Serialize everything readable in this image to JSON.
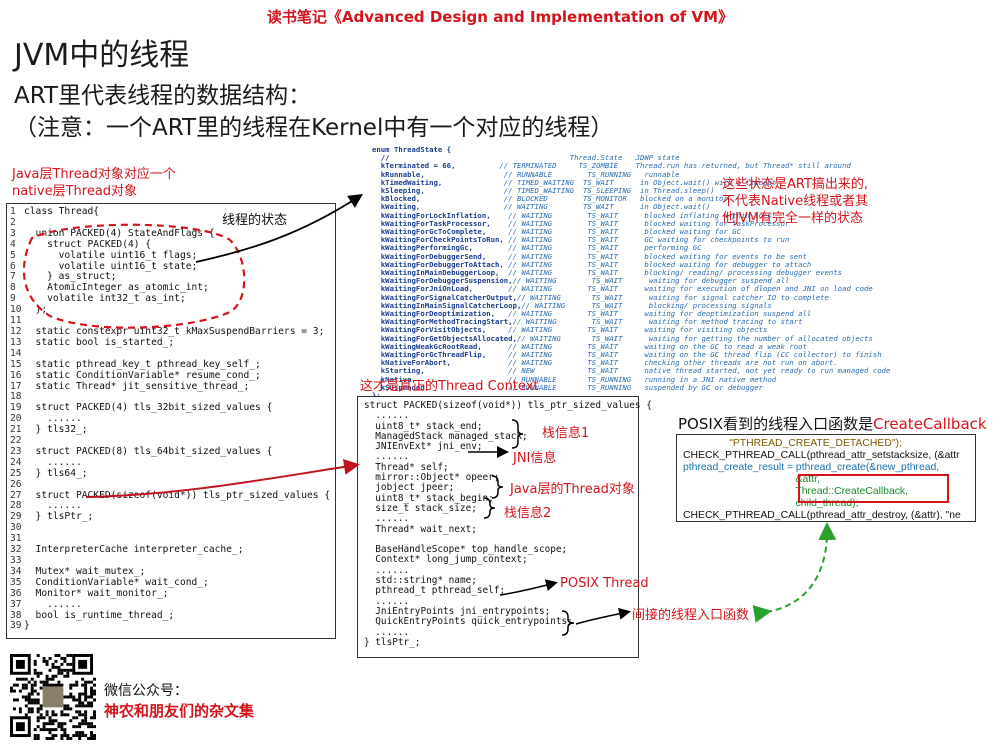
{
  "header": "读书笔记《Advanced Design and Implementation of VM》",
  "title": "JVM中的线程",
  "subtitle1": "ART里代表线程的数据结构：",
  "subtitle2": "（注意：一个ART里的线程在Kernel中有一个对应的线程）",
  "left_note": [
    "Java层Thread对象对应一个",
    "native层Thread对象"
  ],
  "thread_state_label": "线程的状态",
  "right_note": [
    "这些状态是ART搞出来的,",
    "不代表Native线程或者其",
    "他JVM有完全一样的状态"
  ],
  "thread_context_label": "这才是真正的Thread Context",
  "posix_title_prefix": "POSIX看到的线程入口函数是",
  "posix_title_fn": "CreateCallback",
  "labels": {
    "stack_info1": "栈信息1",
    "jni_info": "JNI信息",
    "java_thread_obj": "Java层的Thread对象",
    "stack_info2": "栈信息2",
    "posix_thread": "POSIX Thread",
    "indirect_entry": "间接的线程入口函数"
  },
  "footer": {
    "wechat_label": "微信公众号：",
    "account_name": "神农和朋友们的杂文集"
  },
  "class_code": [
    {
      "n": "1",
      "t": "class Thread{"
    },
    {
      "n": "2",
      "t": ""
    },
    {
      "n": "3",
      "t": "  union PACKED(4) StateAndFlags {"
    },
    {
      "n": "4",
      "t": "    struct PACKED(4) {"
    },
    {
      "n": "5",
      "t": "      volatile uint16_t flags;"
    },
    {
      "n": "6",
      "t": "      volatile uint16_t state;"
    },
    {
      "n": "7",
      "t": "    } as_struct;"
    },
    {
      "n": "8",
      "t": "    AtomicInteger as_atomic_int;"
    },
    {
      "n": "9",
      "t": "    volatile int32_t as_int;"
    },
    {
      "n": "10",
      "t": "  };"
    },
    {
      "n": "11",
      "t": ""
    },
    {
      "n": "12",
      "t": "  static constexpr uint32_t kMaxSuspendBarriers = 3;"
    },
    {
      "n": "13",
      "t": "  static bool is_started_;"
    },
    {
      "n": "14",
      "t": ""
    },
    {
      "n": "15",
      "t": "  static pthread_key_t pthread_key_self_;"
    },
    {
      "n": "16",
      "t": "  static ConditionVariable* resume_cond_;"
    },
    {
      "n": "17",
      "t": "  static Thread* jit_sensitive_thread_;"
    },
    {
      "n": "18",
      "t": ""
    },
    {
      "n": "19",
      "t": "  struct PACKED(4) tls_32bit_sized_values {"
    },
    {
      "n": "20",
      "t": "    ......"
    },
    {
      "n": "21",
      "t": "  } tls32_;"
    },
    {
      "n": "22",
      "t": ""
    },
    {
      "n": "23",
      "t": "  struct PACKED(8) tls_64bit_sized_values {"
    },
    {
      "n": "24",
      "t": "    ......"
    },
    {
      "n": "25",
      "t": "  } tls64_;"
    },
    {
      "n": "26",
      "t": ""
    },
    {
      "n": "27",
      "t": "  struct PACKED(sizeof(void*)) tls_ptr_sized_values {"
    },
    {
      "n": "28",
      "t": "    ......"
    },
    {
      "n": "29",
      "t": "  } tlsPtr_;"
    },
    {
      "n": "30",
      "t": ""
    },
    {
      "n": "31",
      "t": ""
    },
    {
      "n": "32",
      "t": "  InterpreterCache interpreter_cache_;"
    },
    {
      "n": "33",
      "t": ""
    },
    {
      "n": "34",
      "t": "  Mutex* wait_mutex_;"
    },
    {
      "n": "35",
      "t": "  ConditionVariable* wait_cond_;"
    },
    {
      "n": "36",
      "t": "  Monitor* wait_monitor_;"
    },
    {
      "n": "37",
      "t": "    ......"
    },
    {
      "n": "38",
      "t": "  bool is_runtime_thread_;"
    },
    {
      "n": "39",
      "t": "}"
    }
  ],
  "enum_code": [
    {
      "k": "enum ThreadState {",
      "c": ""
    },
    {
      "k": "  //",
      "c": "                                         Thread.State   JDWP state"
    },
    {
      "k": "  kTerminated = 66,",
      "c": "          // TERMINATED     TS_ZOMBIE    Thread.run has returned, but Thread* still around"
    },
    {
      "k": "  kRunnable,",
      "c": "                  // RUNNABLE        TS_RUNNING   runnable"
    },
    {
      "k": "  kTimedWaiting,",
      "c": "              // TIMED_WAITING  TS_WAIT      in Object.wait() with a timeout"
    },
    {
      "k": "  kSleeping,",
      "c": "                  // TIMED_WAITING  TS_SLEEPING  in Thread.sleep()"
    },
    {
      "k": "  kBlocked,",
      "c": "                   // BLOCKED        TS_MONITOR   blocked on a monitor"
    },
    {
      "k": "  kWaiting,",
      "c": "                   // WAITING        TS_WAIT      in Object.wait()"
    },
    {
      "k": "  kWaitingForLockInflation,",
      "c": "    // WAITING        TS_WAIT      blocked inflating a thin-lock"
    },
    {
      "k": "  kWaitingForTaskProcessor,",
      "c": "    // WAITING        TS_WAIT      blocked waiting for taskProcessor"
    },
    {
      "k": "  kWaitingForGcToComplete,",
      "c": "     // WAITING        TS_WAIT      blocked waiting for GC"
    },
    {
      "k": "  kWaitingForCheckPointsToRun,",
      "c": " // WAITING        TS_WAIT      GC waiting for checkpoints to run"
    },
    {
      "k": "  kWaitingPerformingGc,",
      "c": "        // WAITING        TS_WAIT      performing GC"
    },
    {
      "k": "  kWaitingForDebuggerSend,",
      "c": "     // WAITING        TS_WAIT      blocked waiting for events to be sent"
    },
    {
      "k": "  kWaitingForDebuggerToAttach,",
      "c": " // WAITING        TS_WAIT      blocked waiting for debugger to attach"
    },
    {
      "k": "  kWaitingInMainDebuggerLoop,",
      "c": "  // WAITING        TS_WAIT      blocking/ reading/ processing debugger events"
    },
    {
      "k": "  kWaitingForDebuggerSuspension,",
      "c": "// WAITING        TS_WAIT      waiting for debugger suspend all"
    },
    {
      "k": "  kWaitingForJniOnLoad,",
      "c": "        // WAITING        TS_WAIT      waiting for execution of dlopen and JNI on load code"
    },
    {
      "k": "  kWaitingForSignalCatcherOutput,",
      "c": "// WAITING       TS_WAIT      waiting for signal catcher IO to complete"
    },
    {
      "k": "  kWaitingInMainSignalCatcherLoop,",
      "c": "// WAITING      TS_WAIT      blocking/ processing signals"
    },
    {
      "k": "  kWaitingForDeoptimization,",
      "c": "   // WAITING        TS_WAIT      waiting for deoptimization suspend all"
    },
    {
      "k": "  kWaitingForMethodTracingStart,",
      "c": "// WAITING        TS_WAIT      waiting for method tracing to start"
    },
    {
      "k": "  kWaitingForVisitObjects,",
      "c": "     // WAITING        TS_WAIT      waiting for visiting objects"
    },
    {
      "k": "  kWaitingForGetObjectsAllocated,",
      "c": "// WAITING       TS_WAIT      waiting for getting the number of allocated objects"
    },
    {
      "k": "  kWaitingWeakGcRootRead,",
      "c": "      // WAITING        TS_WAIT      waiting on the GC to read a weak root"
    },
    {
      "k": "  kWaitingForGcThreadFlip,",
      "c": "     // WAITING        TS_WAIT      waiting on the GC thread flip (CC collector) to finish"
    },
    {
      "k": "  kNativeForAbort,",
      "c": "             // WAITING        TS_WAIT      checking other threads are not run on abort."
    },
    {
      "k": "  kStarting,",
      "c": "                   // NEW            TS_WAIT      native thread started, not yet ready to run managed code"
    },
    {
      "k": "  kNative,",
      "c": "                     // RUNNABLE       TS_RUNNING   running in a JNI native method"
    },
    {
      "k": "  kSuspended,",
      "c": "                  // RUNNABLE       TS_RUNNING   suspended by GC or debugger"
    },
    {
      "k": "};",
      "c": ""
    }
  ],
  "tls_code": [
    "struct PACKED(sizeof(void*)) tls_ptr_sized_values {",
    "  ......",
    "  uint8_t* stack_end;",
    "  ManagedStack managed_stack;",
    "  JNIEnvExt* jni_env;",
    "  ......",
    "  Thread* self;",
    "  mirror::Object* opeer;",
    "  jobject jpeer;",
    "  uint8_t* stack_begin;",
    "  size_t stack_size;",
    "  ......",
    "  Thread* wait_next;",
    "",
    "  BaseHandleScope* top_handle_scope;",
    "  Context* long_jump_context;",
    "  ......",
    "  std::string* name;",
    "  pthread_t pthread_self;",
    "  ......",
    "  JniEntryPoints jni_entrypoints;",
    "  QuickEntryPoints quick_entrypoints;",
    "  ......",
    "} tlsPtr_;"
  ],
  "posix_code": [
    "                \"PTHREAD_CREATE_DETACHED\");",
    "CHECK_PTHREAD_CALL(pthread_attr_setstacksize, (&attr",
    "pthread_create_result = pthread_create(&new_pthread,",
    "                                       &attr,",
    "                                       Thread::CreateCallback,",
    "                                       child_thread);",
    "CHECK_PTHREAD_CALL(pthread_attr_destroy, (&attr), \"ne"
  ]
}
